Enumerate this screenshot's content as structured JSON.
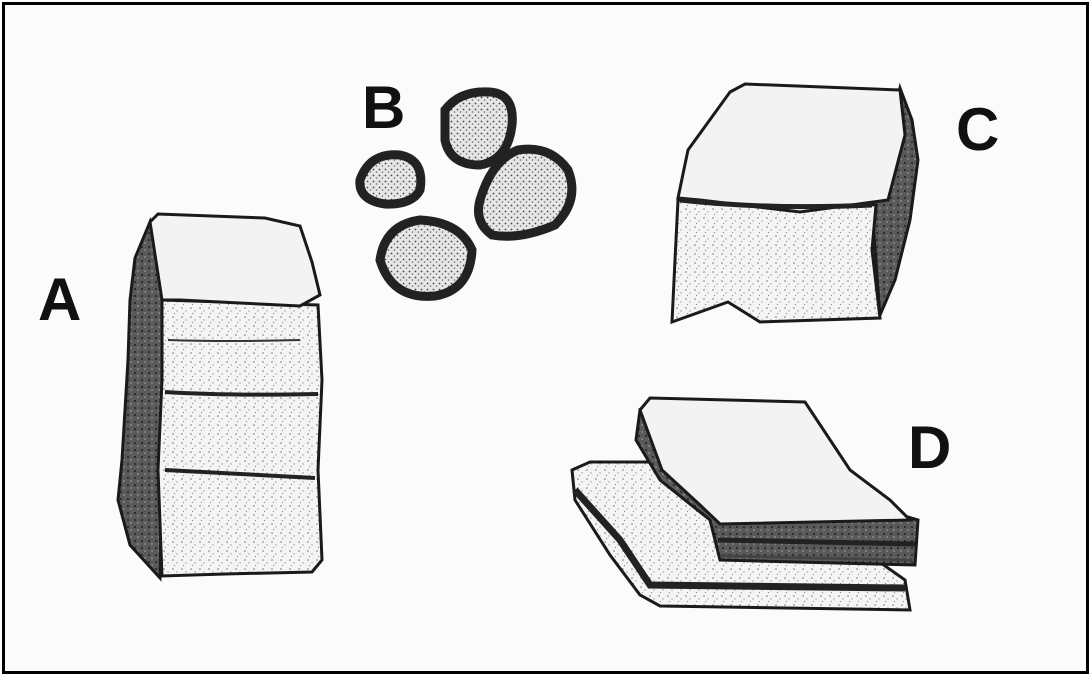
{
  "labels": {
    "a": "A",
    "b": "B",
    "c": "C",
    "d": "D"
  },
  "colors": {
    "frame": "#000000",
    "ink": "#1a1a1a",
    "shadow": "#3a3a3a",
    "paper": "#fbfbfb"
  }
}
